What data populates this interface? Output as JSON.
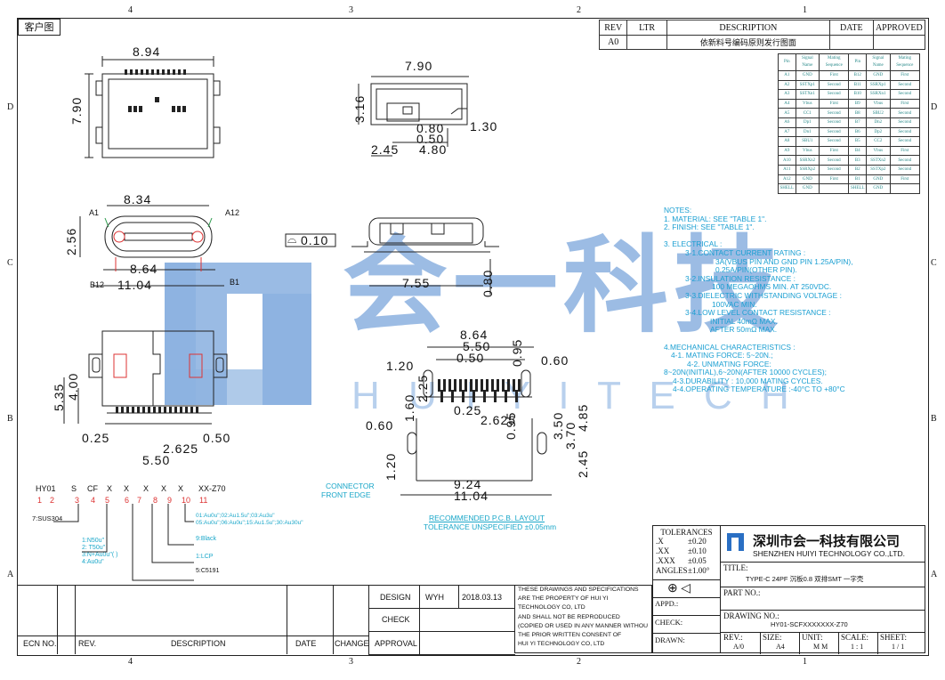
{
  "zones": {
    "top": [
      "4",
      "3",
      "2",
      "1"
    ],
    "side": [
      "D",
      "C",
      "B",
      "A"
    ]
  },
  "header_tag": "客户图",
  "revision_table": {
    "headers": [
      "REV",
      "LTR",
      "DESCRIPTION",
      "DATE",
      "APPROVED"
    ],
    "row": {
      "rev": "A0",
      "ltr": "",
      "description": "依新料号编码原则发行图面",
      "date": "",
      "approved": ""
    }
  },
  "pin_table": {
    "headers": [
      "Pin",
      "Signal Name",
      "Mating Sequence",
      "Pin",
      "Signal Name",
      "Mating Sequence"
    ],
    "rows": [
      [
        "A1",
        "GND",
        "First",
        "B12",
        "GND",
        "First"
      ],
      [
        "A2",
        "SSTXp1",
        "Second",
        "B11",
        "SSRXp1",
        "Second"
      ],
      [
        "A3",
        "SSTXn1",
        "Second",
        "B10",
        "SSRXn1",
        "Second"
      ],
      [
        "A4",
        "Vbus",
        "First",
        "B9",
        "Vbus",
        "First"
      ],
      [
        "A5",
        "CC1",
        "Second",
        "B8",
        "SBU2",
        "Second"
      ],
      [
        "A6",
        "Dp1",
        "Second",
        "B7",
        "Dn2",
        "Second"
      ],
      [
        "A7",
        "Dn1",
        "Second",
        "B6",
        "Dp2",
        "Second"
      ],
      [
        "A8",
        "SBU1",
        "Second",
        "B5",
        "CC2",
        "Second"
      ],
      [
        "A9",
        "Vbus",
        "First",
        "B4",
        "Vbus",
        "First"
      ],
      [
        "A10",
        "SSRXn2",
        "Second",
        "B3",
        "SSTXn2",
        "Second"
      ],
      [
        "A11",
        "SSRXp2",
        "Second",
        "B2",
        "SSTXp2",
        "Second"
      ],
      [
        "A12",
        "GND",
        "First",
        "B1",
        "GND",
        "First"
      ],
      [
        "SHELL",
        "GND",
        "",
        "SHELL",
        "GND",
        ""
      ]
    ]
  },
  "dims": {
    "top_width": "8.94",
    "top_height": "7.90",
    "side_width": "7.90",
    "side_height": "3.16",
    "d080": "0.80",
    "d050": "0.50",
    "d130": "1.30",
    "d245": "2.45",
    "d480": "4.80",
    "front_w1": "8.34",
    "front_h": "2.56",
    "front_w2": "8.64",
    "front_w3": "11.04",
    "label_a1": "A1",
    "label_a12": "A12",
    "label_b12": "B12",
    "label_b1": "B1",
    "flatness": "0.10",
    "rear_w": "7.55",
    "rear_h": "0.80",
    "bot_h1": "5.35",
    "bot_h2": "4.00",
    "bot_d1": "0.25",
    "bot_d2": "0.50",
    "bot_d3": "2.625",
    "bot_d4": "5.50",
    "pcb_864": "8.64",
    "pcb_550": "5.50",
    "pcb_050": "0.50",
    "pcb_095": "0.95",
    "pcb_060a": "0.60",
    "pcb_120": "1.20",
    "pcb_225": "2.25",
    "pcb_160": "1.60",
    "pcb_060b": "0.60",
    "pcb_025": "0.25",
    "pcb_2625": "2.625",
    "pcb_095b": "0.95",
    "pcb_350": "3.50",
    "pcb_370": "3.70",
    "pcb_485": "4.85",
    "pcb_245": "2.45",
    "pcb_120b": "1.20",
    "pcb_924": "9.24",
    "pcb_1104": "11.04"
  },
  "pcb": {
    "connector_front_edge": [
      "CONNECTOR",
      "FRONT EDGE"
    ],
    "layout_title": "RECOMMENDED  P.C.B. LAYOUT",
    "tolerance": "TOLERANCE UNSPECIFIED ±0.05mm"
  },
  "notes": [
    "NOTES:",
    "1. MATERIAL: SEE \"TABLE 1\".",
    "2. FINISH: SEE \"TABLE 1\".",
    "",
    "3. ELECTRICAL :",
    "3-1.CONTACT CURRENT RATING :",
    "3A(VBUS PIN AND GND PIN   1.25A/PIN),",
    "0.25A/PIN(OTHER PIN).",
    "3-2.INSULATION RESISTANCE :",
    "100 MEGAOHMS MIN. AT 250VDC.",
    "3-3.DIELECTRIC WITHSTANDING VOLTAGE :",
    "100VAC MIN.",
    "3-4.LOW LEVEL CONTACT RESISTANCE :",
    "INITIAL 40mΩ MAX.",
    "AFTER 50mΩ MAX.",
    "",
    "4.MECHANICAL CHARACTERISTICS :",
    "4-1. MATING FORCE: 5~20N.;",
    "4-2. UNMATING FORCE:",
    "8~20N(INITIAL),6~20N(AFTER 10000 CYCLES);",
    "4-3.DURABILITY : 10,000 MATING CYCLES.",
    "4-4.OPERATING TEMPERATURE :-40°C TO +80°C"
  ],
  "part_code": {
    "code_letters": [
      "HY01",
      "S",
      "CF",
      "X",
      "X",
      "X",
      "X",
      "X",
      "XX-Z70"
    ],
    "indices": [
      "1",
      "2",
      "3",
      "4",
      "5",
      "6",
      "7",
      "8",
      "9",
      "10",
      "11"
    ],
    "sus": "7:SUS304",
    "left_opts": [
      "1:N50u\"",
      "2: T50u\"",
      "3:N+Au0u\"( )",
      "4:Au0u\""
    ],
    "right_opts": [
      "01:Au0u\";02:Au1.5u\";03:Au3u\"",
      "05:Au0u\";06:Au0u\";15:Au1.5u\";30:Au30u\""
    ],
    "black": "9:Black",
    "lcp": "1:LCP",
    "scs": "5:C5191"
  },
  "watermark": {
    "main": "会一科技",
    "sub": "H U I Y I   T E C H"
  },
  "title_block": {
    "tolerances_title": "TOLERANCES",
    "tolerances": [
      [
        ".X",
        "±0.20"
      ],
      [
        ".XX",
        "±0.10"
      ],
      [
        ".XXX",
        "±0.05"
      ],
      [
        "ANGLES",
        "±1.00°"
      ]
    ],
    "company_cn": "深圳市会一科技有限公司",
    "company_en": "SHENZHEN HUIYI TECHNOLOGY CO.,LTD.",
    "title_label": "TITLE:",
    "title_value": "TYPE-C 24PF 沉板0.8 双排SMT 一字壳",
    "part_no_label": "PART NO.:",
    "appd_label": "APPD.:",
    "check_label": "CHECK:",
    "drawn_label": "DRAWN:",
    "drawing_no_label": "DRAWING NO.:",
    "drawing_no": "HY01-SCFXXXXXXX-Z70",
    "rev_label": "REV.:",
    "rev_value": "A/0",
    "size_label": "SIZE:",
    "size_value": "A4",
    "unit_label": "UNIT:",
    "unit_value": "M M",
    "scale_label": "SCALE:",
    "scale_value": "1 : 1",
    "sheet_label": "SHEET:",
    "sheet_value": "1 / 1",
    "design_label": "DESIGN",
    "design_name": "WYH",
    "design_date": "2018.03.13",
    "check_row_label": "CHECK",
    "approval_label": "APPROVAL",
    "ecn_headers": [
      "ECN NO.",
      "REV.",
      "DESCRIPTION",
      "DATE",
      "CHANGE"
    ],
    "disclaimer": [
      "THESE DRAWINGS AND SPECIFICATIONS",
      "ARE THE PROPERTY OF HUI YI",
      "TECHNOLOGY  CO, LTD",
      "AND SHALL NOT BE REPRODUCED",
      "(COPIED OR USED IN ANY MANNER WITHOU",
      "THE PRIOR WRITTEN CONSENT OF",
      "HUI YI  TECHNOLOGY CO, LTD"
    ]
  }
}
